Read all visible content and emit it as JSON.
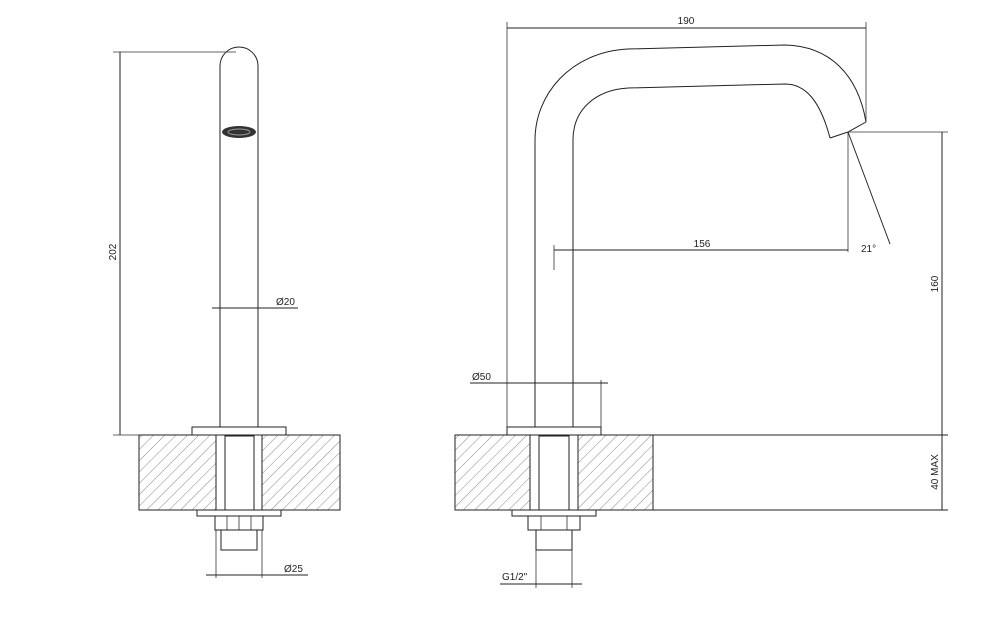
{
  "dimensions": {
    "height_total": "202",
    "width_total": "190",
    "reach": "156",
    "spout_angle": "21°",
    "spout_height": "160",
    "deck_thickness": "40 MAX",
    "stem_diameter": "Ø20",
    "base_diameter": "Ø50",
    "shank_diameter": "Ø25",
    "thread": "G1/2\""
  }
}
